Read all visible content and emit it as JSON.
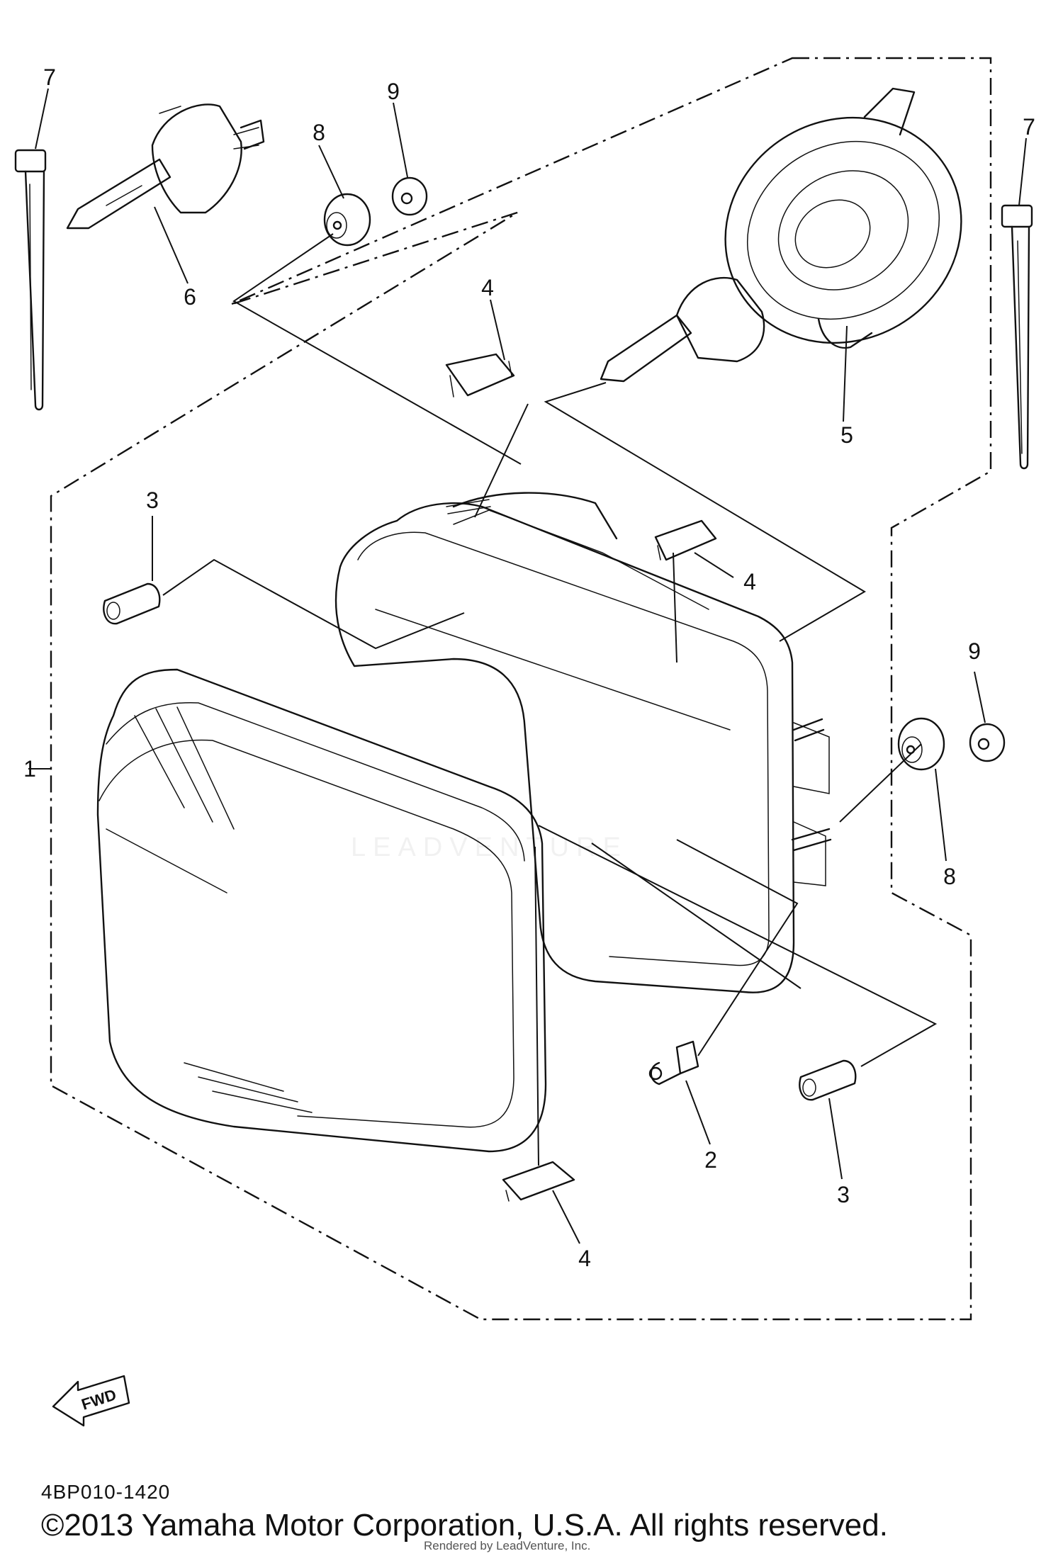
{
  "diagram": {
    "callouts": [
      "1",
      "2",
      "3",
      "3",
      "4",
      "4",
      "4",
      "5",
      "6",
      "7",
      "7",
      "8",
      "8",
      "9",
      "9"
    ],
    "direction_label": "FWD"
  },
  "footer": {
    "diagram_code": "4BP010-1420",
    "copyright": "©2013 Yamaha Motor Corporation, U.S.A. All rights reserved.",
    "rendered_by": "Rendered by LeadVenture, Inc."
  },
  "watermark": "LEADVENTURE"
}
